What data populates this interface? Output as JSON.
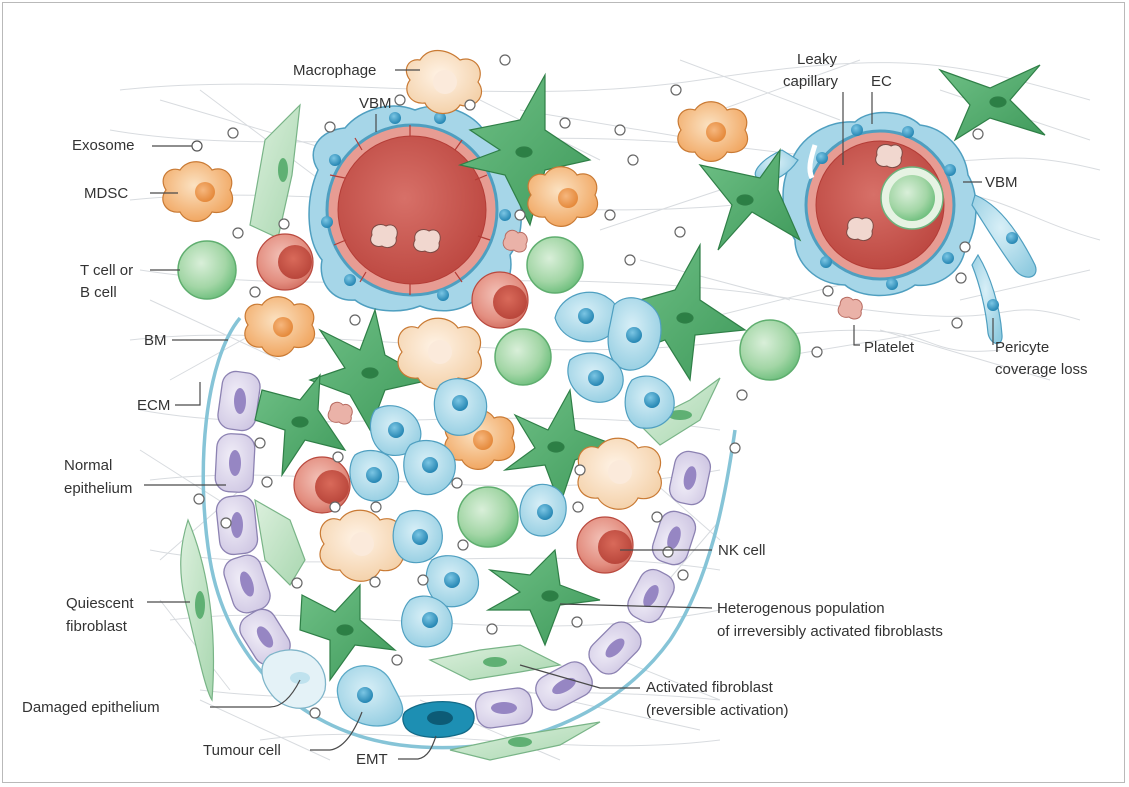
{
  "labels": {
    "macrophage": "Macrophage",
    "vbm_left": "VBM",
    "exosome": "Exosome",
    "mdsc": "MDSC",
    "tcell_line1": "T cell or",
    "tcell_line2": "B cell",
    "bm": "BM",
    "ecm": "ECM",
    "normal_epi_line1": "Normal",
    "normal_epi_line2": "epithelium",
    "quiescent_line1": "Quiescent",
    "quiescent_line2": "fibroblast",
    "damaged_epi": "Damaged epithelium",
    "tumour_cell": "Tumour cell",
    "emt": "EMT",
    "leaky_line1": "Leaky",
    "leaky_line2": "capillary",
    "ec": "EC",
    "vbm_right": "VBM",
    "platelet": "Platelet",
    "pericyte_line1": "Pericyte",
    "pericyte_line2": "coverage loss",
    "nk_cell": "NK cell",
    "hetero_line1": "Heterogenous population",
    "hetero_line2": "of irreversibly activated fibroblasts",
    "activated_line1": "Activated fibroblast",
    "activated_line2": "(reversible activation)"
  },
  "colors": {
    "ecm_fiber": "#d6d9dd",
    "membrane": "#7dbfd4",
    "capillary_fill": "#c9534c",
    "capillary_ring": "#e9a49a",
    "endothelial": "#a9d8ea",
    "endothelial_nucleus": "#2f8fbf",
    "fibroblast_active": "#4fab6c",
    "fibroblast_light": "#bfe3c4",
    "macrophage": "#f3b167",
    "macrophage_pale": "#f6d8b8",
    "lymphocyte": "#9dd3a3",
    "nk": "#e08a7c",
    "epithelium": "#dcd6ea",
    "epithelium_nucleus": "#9b8bc6",
    "emt_cell": "#1d8fb3"
  }
}
